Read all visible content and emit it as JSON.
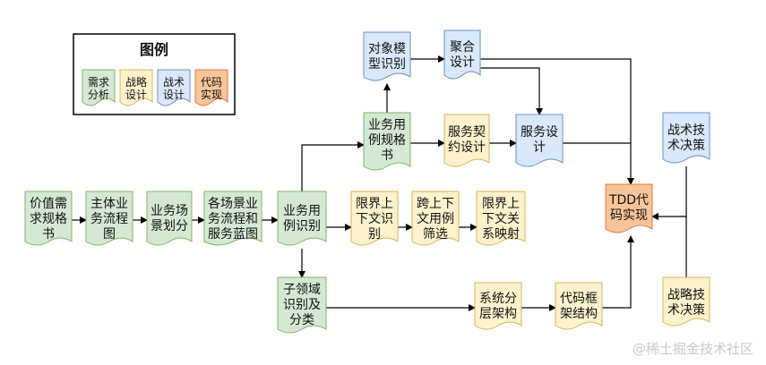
{
  "legend": {
    "title": "图例",
    "items": [
      {
        "label": "需求\n分析",
        "kind": "green"
      },
      {
        "label": "战略\n设计",
        "kind": "yellow"
      },
      {
        "label": "战术\n设计",
        "kind": "blue"
      },
      {
        "label": "代码\n实现",
        "kind": "orange"
      }
    ]
  },
  "colors": {
    "green": {
      "fill": "#d5e8d4",
      "stroke": "#82b366"
    },
    "yellow": {
      "fill": "#fff2cc",
      "stroke": "#d6b656"
    },
    "blue": {
      "fill": "#dae8fc",
      "stroke": "#6c8ebf"
    },
    "orange": {
      "fill": "#f8cecc",
      "stroke": "#e07a3c",
      "alt_fill": "#f9c49a"
    },
    "legend_border": "#000000",
    "arrow": "#000000"
  },
  "nodes": {
    "n1": {
      "label": "价值需\n求规格\n书",
      "kind": "green"
    },
    "n2": {
      "label": "主体业\n务流程\n图",
      "kind": "green"
    },
    "n3": {
      "label": "业务场\n景划分",
      "kind": "green"
    },
    "n4": {
      "label": "各场景业\n务流程和\n服务蓝图",
      "kind": "green"
    },
    "n5": {
      "label": "业务用\n例识别",
      "kind": "green"
    },
    "n6": {
      "label": "限界上\n下文识\n别",
      "kind": "yellow"
    },
    "n7": {
      "label": "跨上下\n文用例\n筛选",
      "kind": "yellow"
    },
    "n8": {
      "label": "限界上\n下文关\n系映射",
      "kind": "yellow"
    },
    "n9": {
      "label": "业务用\n例规格\n书",
      "kind": "green"
    },
    "n10": {
      "label": "服务契\n约设计",
      "kind": "yellow"
    },
    "n11": {
      "label": "服务设\n计",
      "kind": "blue"
    },
    "n12": {
      "label": "对象模\n型识别",
      "kind": "blue"
    },
    "n13": {
      "label": "聚合\n设计",
      "kind": "blue"
    },
    "n14": {
      "label": "TDD代\n码实现",
      "kind": "orange"
    },
    "n15": {
      "label": "战术技\n术决策",
      "kind": "blue"
    },
    "n16": {
      "label": "子领域\n识别及\n分类",
      "kind": "green"
    },
    "n17": {
      "label": "系统分\n层架构",
      "kind": "yellow"
    },
    "n18": {
      "label": "代码框\n架结构",
      "kind": "yellow"
    },
    "n19": {
      "label": "战略技\n术决策",
      "kind": "yellow"
    }
  },
  "edges": [
    [
      "n1",
      "n2"
    ],
    [
      "n2",
      "n3"
    ],
    [
      "n3",
      "n4"
    ],
    [
      "n4",
      "n5"
    ],
    [
      "n5",
      "n6"
    ],
    [
      "n6",
      "n7"
    ],
    [
      "n7",
      "n8"
    ],
    [
      "n5",
      "n9"
    ],
    [
      "n9",
      "n12"
    ],
    [
      "n12",
      "n13"
    ],
    [
      "n9",
      "n10"
    ],
    [
      "n10",
      "n11"
    ],
    [
      "n13",
      "n11"
    ],
    [
      "n11",
      "n14"
    ],
    [
      "n13",
      "n14"
    ],
    [
      "n15",
      "n14"
    ],
    [
      "n19",
      "n14"
    ],
    [
      "n5",
      "n16"
    ],
    [
      "n16",
      "n17"
    ],
    [
      "n17",
      "n18"
    ],
    [
      "n18",
      "n14"
    ]
  ],
  "watermark": "@稀土掘金技术社区"
}
